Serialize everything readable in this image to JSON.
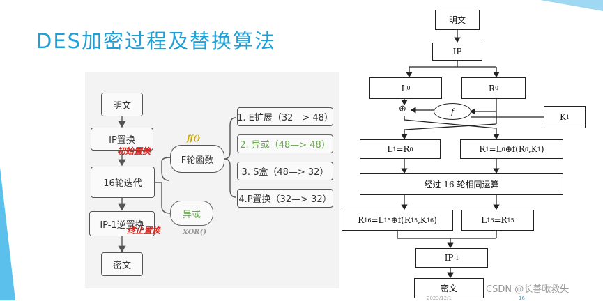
{
  "title": "DES加密过程及替换算法",
  "left": {
    "plain": "明文",
    "ip": "IP置换",
    "ip_note": "初始置换",
    "rounds": "16轮迭代",
    "ip_inv": "IP-1逆置换",
    "ip_inv_note": "终止置换",
    "cipher": "密文",
    "f_label": "ff()",
    "f_func": "F轮函数",
    "xor_func": "异或",
    "xor_label": "XOR()",
    "steps": [
      "1. E扩展（32—> 48）",
      "2. 异或（48—> 48）",
      "3. S盒（48—> 32）",
      "4.P置换（32—> 32）"
    ]
  },
  "right": {
    "plain": "明文",
    "ip": "IP",
    "l0_main": "L",
    "l0_sub": "0",
    "r0_main": "R",
    "r0_sub": "0",
    "f": "f",
    "k1_main": "K",
    "k1_sub": "1",
    "xor_sym": "⊕",
    "l1_a": "L",
    "l1_a_sub": "1",
    "l1_eq": "=R",
    "l1_b_sub": "0",
    "r1_a": "R",
    "r1_a_sub": "1",
    "r1_eq": "=L",
    "r1_b_sub": "0",
    "r1_f": "⊕f(R",
    "r1_c_sub": "0",
    "r1_k": ",K",
    "r1_k_sub": "1",
    "r1_close": ")",
    "rounds": "经过 16 轮相同运算",
    "r16_a": "R",
    "r16_a_sub": "16",
    "r16_eq": "=L",
    "r16_b_sub": "15",
    "r16_f": "⊕f(R",
    "r16_c_sub": "15",
    "r16_k": ",K",
    "r16_k_sub": "16",
    "r16_close": ")",
    "l16_a": "L",
    "l16_a_sub": "16",
    "l16_eq": "=R",
    "l16_b_sub": "15",
    "ipinv_main": "IP",
    "ipinv_sup": "-1",
    "cipher": "密文"
  },
  "footer": {
    "watermark": "CSDN @长善啾救失",
    "date": "2023/12/1",
    "page": "16"
  },
  "colors": {
    "title": "#1f9fd6",
    "accent_red": "#d8231d",
    "green_text": "#6aa84f",
    "deco": "#5bc0eb"
  }
}
